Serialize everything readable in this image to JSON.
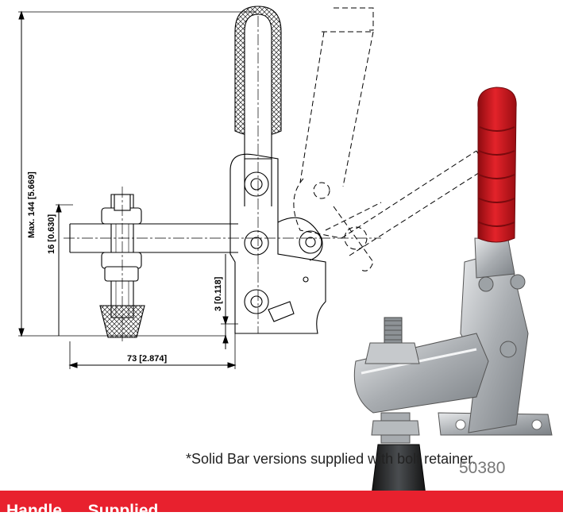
{
  "dimensions": {
    "height_max": "Max. 144 [5.669]",
    "bar_thickness": "16 [0.630]",
    "base_offset": "3 [0.118]",
    "reach": "73 [2.874]"
  },
  "note": "*Solid Bar versions supplied with bolt retainer.",
  "part_number": "50380",
  "banner_text": "Handle … Supplied",
  "colors": {
    "banner": "#e8212e",
    "handle_grip": "#d8151c",
    "steel": "#b9bcbf",
    "rubber_tip": "#2a2c2e"
  }
}
